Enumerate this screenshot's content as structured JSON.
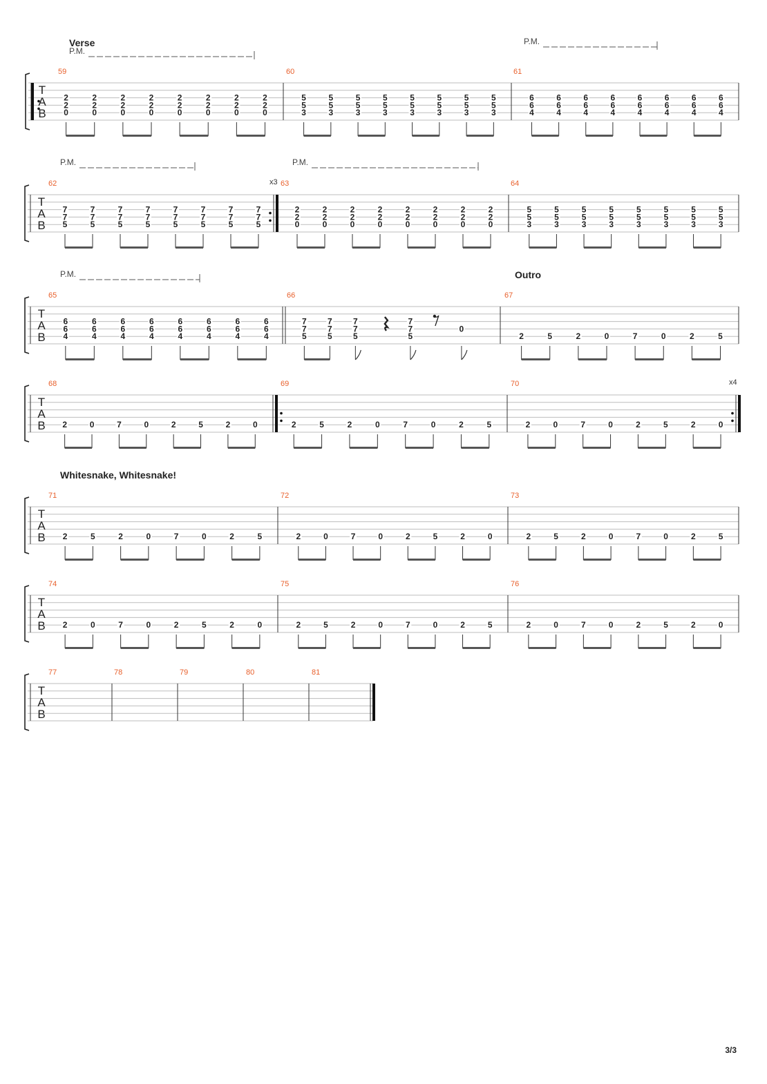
{
  "page_number": "3/3",
  "clef_letters": [
    "T",
    "A",
    "B"
  ],
  "pm_label": "P.M.",
  "rows": [
    {
      "first_bar": 59,
      "measures": [
        {
          "number": "59",
          "notes": [
            [
              "2",
              "2",
              "0"
            ],
            [
              "2",
              "2",
              "0"
            ],
            [
              "2",
              "2",
              "0"
            ],
            [
              "2",
              "2",
              "0"
            ],
            [
              "2",
              "2",
              "0"
            ],
            [
              "2",
              "2",
              "0"
            ],
            [
              "2",
              "2",
              "0"
            ],
            [
              "2",
              "2",
              "0"
            ]
          ]
        },
        {
          "number": "60",
          "notes": [
            [
              "5",
              "5",
              "3"
            ],
            [
              "5",
              "5",
              "3"
            ],
            [
              "5",
              "5",
              "3"
            ],
            [
              "5",
              "5",
              "3"
            ],
            [
              "5",
              "5",
              "3"
            ],
            [
              "5",
              "5",
              "3"
            ],
            [
              "5",
              "5",
              "3"
            ],
            [
              "5",
              "5",
              "3"
            ]
          ]
        },
        {
          "number": "61",
          "notes": [
            [
              "6",
              "6",
              "4"
            ],
            [
              "6",
              "6",
              "4"
            ],
            [
              "6",
              "6",
              "4"
            ],
            [
              "6",
              "6",
              "4"
            ],
            [
              "6",
              "6",
              "4"
            ],
            [
              "6",
              "6",
              "4"
            ],
            [
              "6",
              "6",
              "4"
            ],
            [
              "6",
              "6",
              "4"
            ]
          ]
        }
      ],
      "section": "Verse",
      "pm_marks": 2,
      "repeat_start": true
    },
    {
      "first_bar": 62,
      "measures": [
        {
          "number": "62",
          "notes": [
            [
              "7",
              "7",
              "5"
            ],
            [
              "7",
              "7",
              "5"
            ],
            [
              "7",
              "7",
              "5"
            ],
            [
              "7",
              "7",
              "5"
            ],
            [
              "7",
              "7",
              "5"
            ],
            [
              "7",
              "7",
              "5"
            ],
            [
              "7",
              "7",
              "5"
            ],
            [
              "7",
              "7",
              "5"
            ]
          ]
        },
        {
          "number": "63",
          "notes": [
            [
              "2",
              "2",
              "0"
            ],
            [
              "2",
              "2",
              "0"
            ],
            [
              "2",
              "2",
              "0"
            ],
            [
              "2",
              "2",
              "0"
            ],
            [
              "2",
              "2",
              "0"
            ],
            [
              "2",
              "2",
              "0"
            ],
            [
              "2",
              "2",
              "0"
            ],
            [
              "2",
              "2",
              "0"
            ]
          ]
        },
        {
          "number": "64",
          "notes": [
            [
              "5",
              "5",
              "3"
            ],
            [
              "5",
              "5",
              "3"
            ],
            [
              "5",
              "5",
              "3"
            ],
            [
              "5",
              "5",
              "3"
            ],
            [
              "5",
              "5",
              "3"
            ],
            [
              "5",
              "5",
              "3"
            ],
            [
              "5",
              "5",
              "3"
            ],
            [
              "5",
              "5",
              "3"
            ]
          ]
        }
      ],
      "repeat_count": "x3",
      "pm_marks": 2
    },
    {
      "first_bar": 65,
      "measures": [
        {
          "number": "65",
          "notes": [
            [
              "6",
              "6",
              "4"
            ],
            [
              "6",
              "6",
              "4"
            ],
            [
              "6",
              "6",
              "4"
            ],
            [
              "6",
              "6",
              "4"
            ],
            [
              "6",
              "6",
              "4"
            ],
            [
              "6",
              "6",
              "4"
            ],
            [
              "6",
              "6",
              "4"
            ],
            [
              "6",
              "6",
              "4"
            ]
          ]
        },
        {
          "number": "66",
          "notes": [
            [
              "7",
              "7",
              "5"
            ],
            [
              "7",
              "7",
              "5"
            ],
            [
              "7",
              "7",
              "5"
            ],
            [
              "7",
              "7",
              "5"
            ],
            [
              "0"
            ]
          ]
        },
        {
          "number": "67",
          "notes": [
            [
              "2"
            ],
            [
              "5"
            ],
            [
              "2"
            ],
            [
              "0"
            ],
            [
              "7"
            ],
            [
              "0"
            ],
            [
              "2"
            ],
            [
              "5"
            ]
          ]
        }
      ],
      "section": "Outro",
      "pm_marks": 1
    },
    {
      "first_bar": 68,
      "measures": [
        {
          "number": "68",
          "notes": [
            [
              "2"
            ],
            [
              "0"
            ],
            [
              "7"
            ],
            [
              "0"
            ],
            [
              "2"
            ],
            [
              "5"
            ],
            [
              "2"
            ],
            [
              "0"
            ]
          ]
        },
        {
          "number": "69",
          "notes": [
            [
              "2"
            ],
            [
              "5"
            ],
            [
              "2"
            ],
            [
              "0"
            ],
            [
              "7"
            ],
            [
              "0"
            ],
            [
              "2"
            ],
            [
              "5"
            ]
          ]
        },
        {
          "number": "70",
          "notes": [
            [
              "2"
            ],
            [
              "0"
            ],
            [
              "7"
            ],
            [
              "0"
            ],
            [
              "2"
            ],
            [
              "5"
            ],
            [
              "2"
            ],
            [
              "0"
            ]
          ]
        }
      ],
      "repeat_count": "x4"
    },
    {
      "first_bar": 71,
      "measures": [
        {
          "number": "71",
          "notes": [
            [
              "2"
            ],
            [
              "5"
            ],
            [
              "2"
            ],
            [
              "0"
            ],
            [
              "7"
            ],
            [
              "0"
            ],
            [
              "2"
            ],
            [
              "5"
            ]
          ]
        },
        {
          "number": "72",
          "notes": [
            [
              "2"
            ],
            [
              "0"
            ],
            [
              "7"
            ],
            [
              "0"
            ],
            [
              "2"
            ],
            [
              "5"
            ],
            [
              "2"
            ],
            [
              "0"
            ]
          ]
        },
        {
          "number": "73",
          "notes": [
            [
              "2"
            ],
            [
              "5"
            ],
            [
              "2"
            ],
            [
              "0"
            ],
            [
              "7"
            ],
            [
              "0"
            ],
            [
              "2"
            ],
            [
              "5"
            ]
          ]
        }
      ],
      "section": "Whitesnake, Whitesnake!"
    },
    {
      "first_bar": 74,
      "measures": [
        {
          "number": "74",
          "notes": [
            [
              "2"
            ],
            [
              "0"
            ],
            [
              "7"
            ],
            [
              "0"
            ],
            [
              "2"
            ],
            [
              "5"
            ],
            [
              "2"
            ],
            [
              "0"
            ]
          ]
        },
        {
          "number": "75",
          "notes": [
            [
              "2"
            ],
            [
              "5"
            ],
            [
              "2"
            ],
            [
              "0"
            ],
            [
              "7"
            ],
            [
              "0"
            ],
            [
              "2"
            ],
            [
              "5"
            ]
          ]
        },
        {
          "number": "76",
          "notes": [
            [
              "2"
            ],
            [
              "0"
            ],
            [
              "7"
            ],
            [
              "0"
            ],
            [
              "2"
            ],
            [
              "5"
            ],
            [
              "2"
            ],
            [
              "0"
            ]
          ]
        }
      ]
    },
    {
      "first_bar": 77,
      "measures": [
        {
          "number": "77",
          "notes": []
        },
        {
          "number": "78",
          "notes": []
        },
        {
          "number": "79",
          "notes": []
        },
        {
          "number": "80",
          "notes": []
        },
        {
          "number": "81",
          "notes": []
        }
      ]
    }
  ]
}
